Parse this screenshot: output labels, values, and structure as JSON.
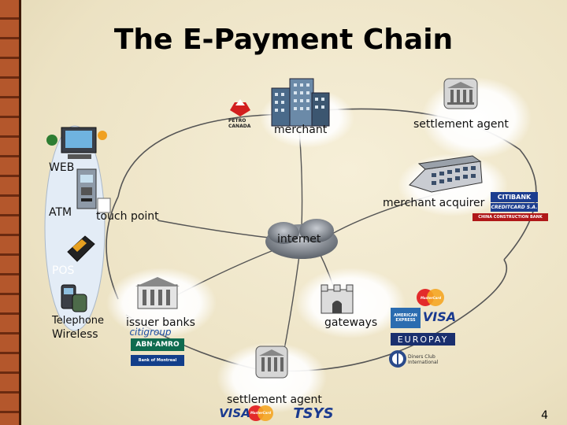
{
  "title": "The E-Payment Chain",
  "labels": {
    "merchant": "merchant",
    "settlement_agent_top": "settlement agent",
    "web": "WEB",
    "atm": "ATM",
    "touch_point": "touch point",
    "merchant_acquirer": "merchant acquirer",
    "internet": "internet",
    "pos": "POS",
    "telephone": "Telephone",
    "wireless": "Wireless",
    "issuer_banks": "issuer banks",
    "gateways": "gateways",
    "settlement_agent_bottom": "settlement agent"
  },
  "logos": {
    "petro_canada": "PETRO CANADA",
    "citibank": "CITIBANK",
    "creditcard": "CREDITCARD S.A.",
    "china_construction": "CHINA CONSTRUCTION BANK",
    "citigroup": "citigroup",
    "abn_amro": "ABN·AMRO",
    "mastercard": "MasterCard",
    "amex": "AMERICAN EXPRESS",
    "visa": "VISA",
    "europay": "EUROPAY",
    "diners": "Diners Club International",
    "tsys": "TSYS",
    "bank_blue": "Bank of Montreal"
  },
  "page_number": "4",
  "colors": {
    "background": "#efe6c9",
    "spine": "#b4572c",
    "link_line": "#444444",
    "internet_cloud": "#7a7f86"
  }
}
